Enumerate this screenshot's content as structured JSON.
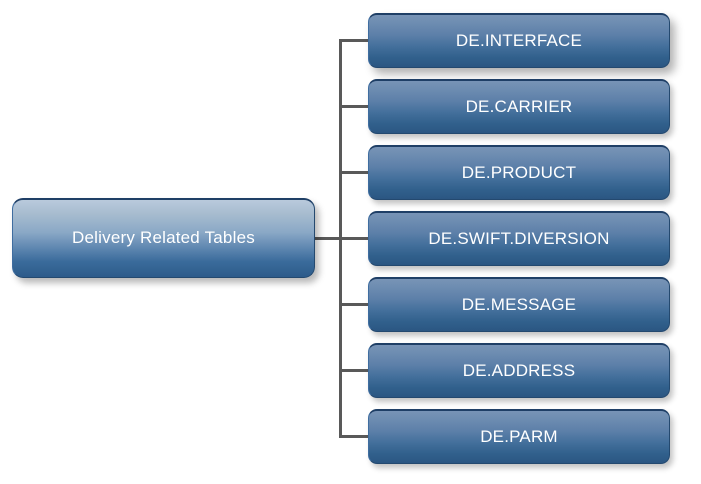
{
  "diagram": {
    "type": "tree",
    "orientation": "left-to-right",
    "background_color": "#ffffff",
    "connector_color": "#595959",
    "root": {
      "label": "Delivery Related Tables",
      "fill_top_color": "#b9cadc",
      "fill_bottom_color": "#2d5b8a",
      "text_color": "#ffffff"
    },
    "children": [
      {
        "label": "DE.INTERFACE"
      },
      {
        "label": "DE.CARRIER"
      },
      {
        "label": "DE.PRODUCT"
      },
      {
        "label": "DE.SWIFT.DIVERSION"
      },
      {
        "label": "DE.MESSAGE"
      },
      {
        "label": "DE.ADDRESS"
      },
      {
        "label": "DE.PARM"
      }
    ],
    "child_style": {
      "fill_top_color": "#7894b6",
      "fill_bottom_color": "#2b5682",
      "text_color": "#ffffff"
    }
  }
}
